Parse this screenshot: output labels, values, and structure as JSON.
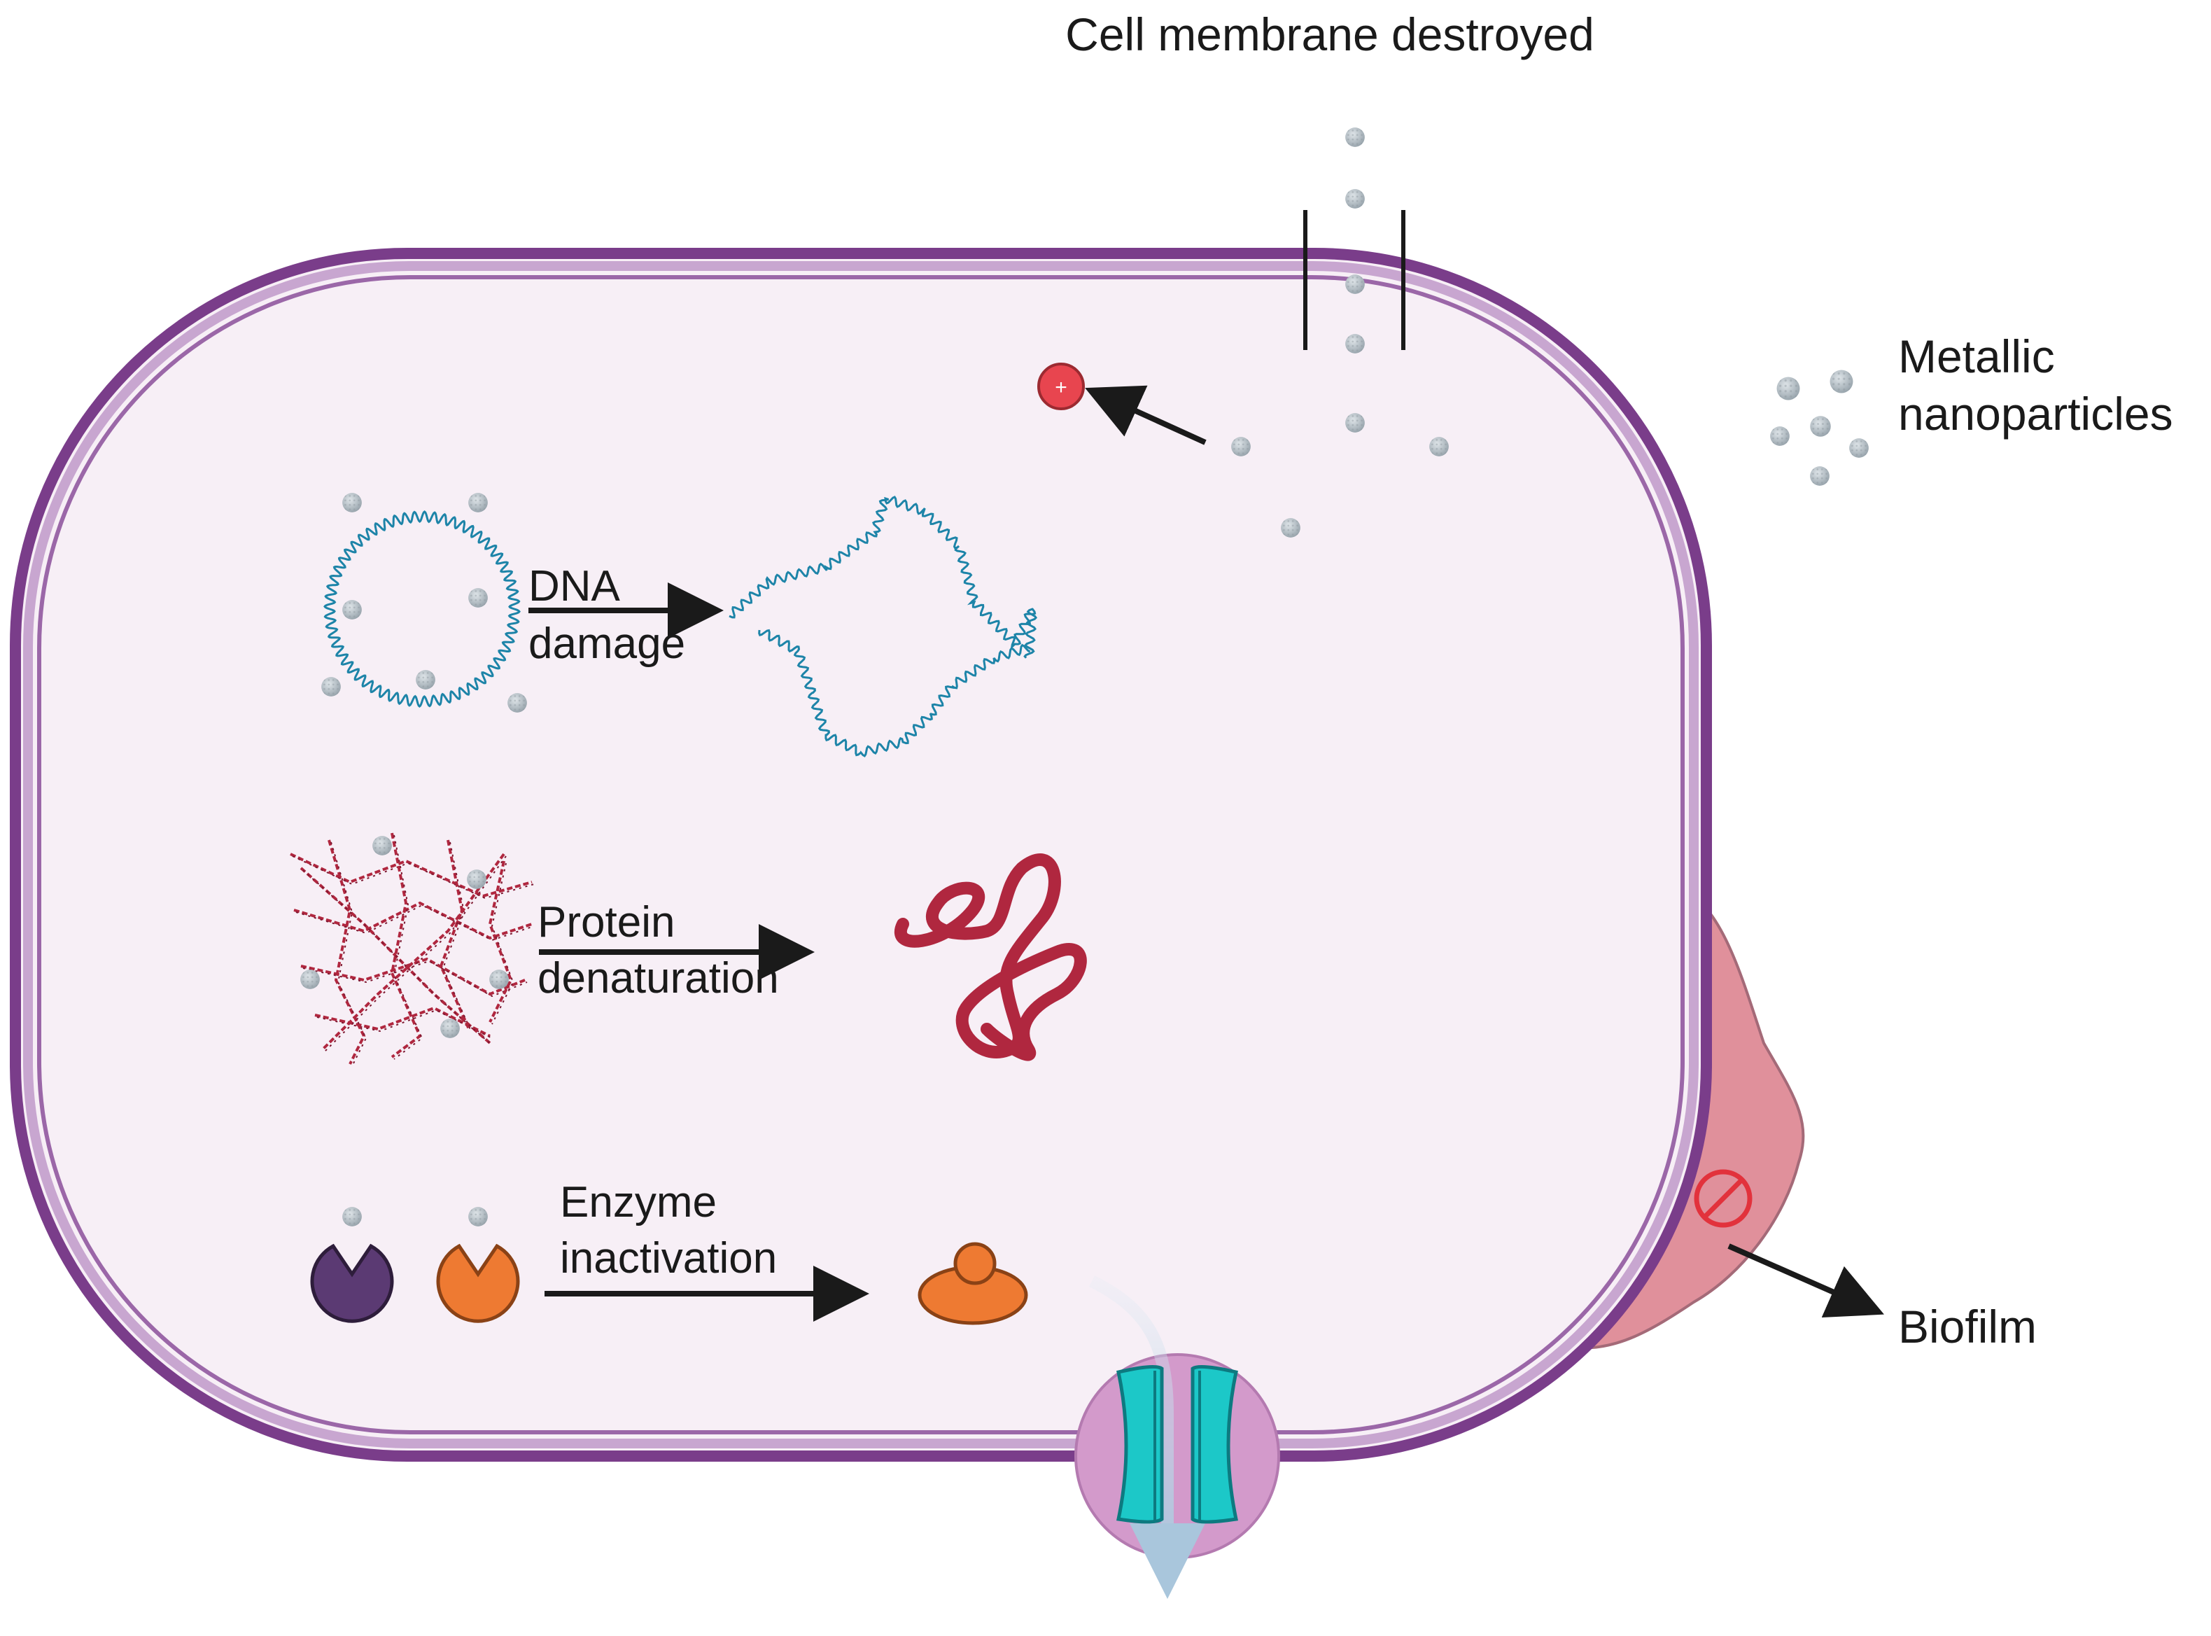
{
  "labels": {
    "membrane_destroyed": "Cell membrane destroyed",
    "nanoparticles_line1": "Metallic",
    "nanoparticles_line2": "nanoparticles",
    "dna_line1": "DNA",
    "dna_line2": "damage",
    "protein_line1": "Protein",
    "protein_line2": "denaturation",
    "enzyme_line1": "Enzyme",
    "enzyme_line2": "inactivation",
    "biofilm": "Biofilm",
    "ion_symbol": "+"
  },
  "colors": {
    "cell_fill": "#f7eff6",
    "membrane": "#7a3d8a",
    "membrane_inner": "#c8a6d0",
    "dna": "#1d84a8",
    "protein": "#b0273f",
    "enzyme_purple": "#5b3a73",
    "enzyme_orange": "#ee7a32",
    "nanoparticle": "#b9c2c8",
    "biofilm": "#e0909b",
    "channel": "#1cc8c8",
    "pore": "#d39acb",
    "ion": "#e8454f",
    "efflux_arrow": "#a9c6dc",
    "arrow": "#1a1a1a"
  },
  "icons": [
    "nanoparticle-icon",
    "positive-ion-icon",
    "circular-dna-icon",
    "fragmented-dna-icon",
    "protein-network-icon",
    "denatured-protein-icon",
    "enzyme-icon",
    "inactivated-enzyme-icon",
    "membrane-channel-icon",
    "biofilm-icon",
    "inhibition-icon"
  ]
}
